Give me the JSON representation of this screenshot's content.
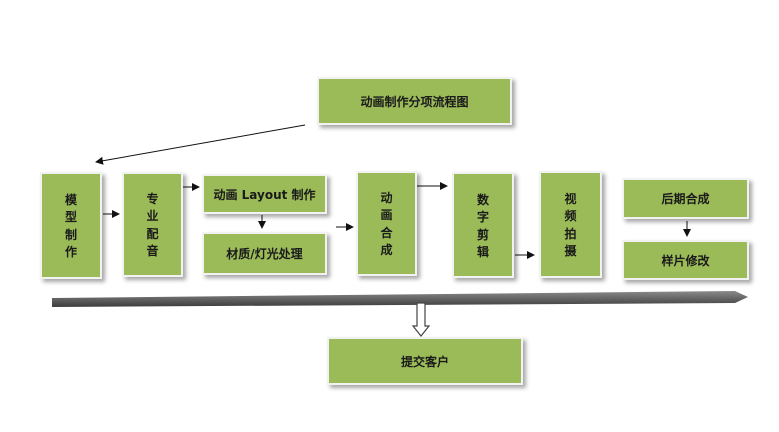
{
  "diagram": {
    "title": "动画制作分项流程图",
    "model": {
      "line1": "模 型",
      "line2": "制 作"
    },
    "dubbing": {
      "line1": "专 业",
      "line2": "配 音"
    },
    "layout": "动画 Layout 制作",
    "material": "材质/灯光处理",
    "compose": {
      "line1": "动 画",
      "line2": "合 成"
    },
    "edit": {
      "line1": "数 字",
      "line2": "剪 辑"
    },
    "shoot": {
      "line1": "视 频",
      "line2": "拍 摄"
    },
    "post": "后期合成",
    "sample": "样片修改",
    "deliver": "提交客户",
    "colors": {
      "box_fill": "#9bbb59",
      "text": "#1a1a1a",
      "bar": "#5f5f5f"
    }
  }
}
